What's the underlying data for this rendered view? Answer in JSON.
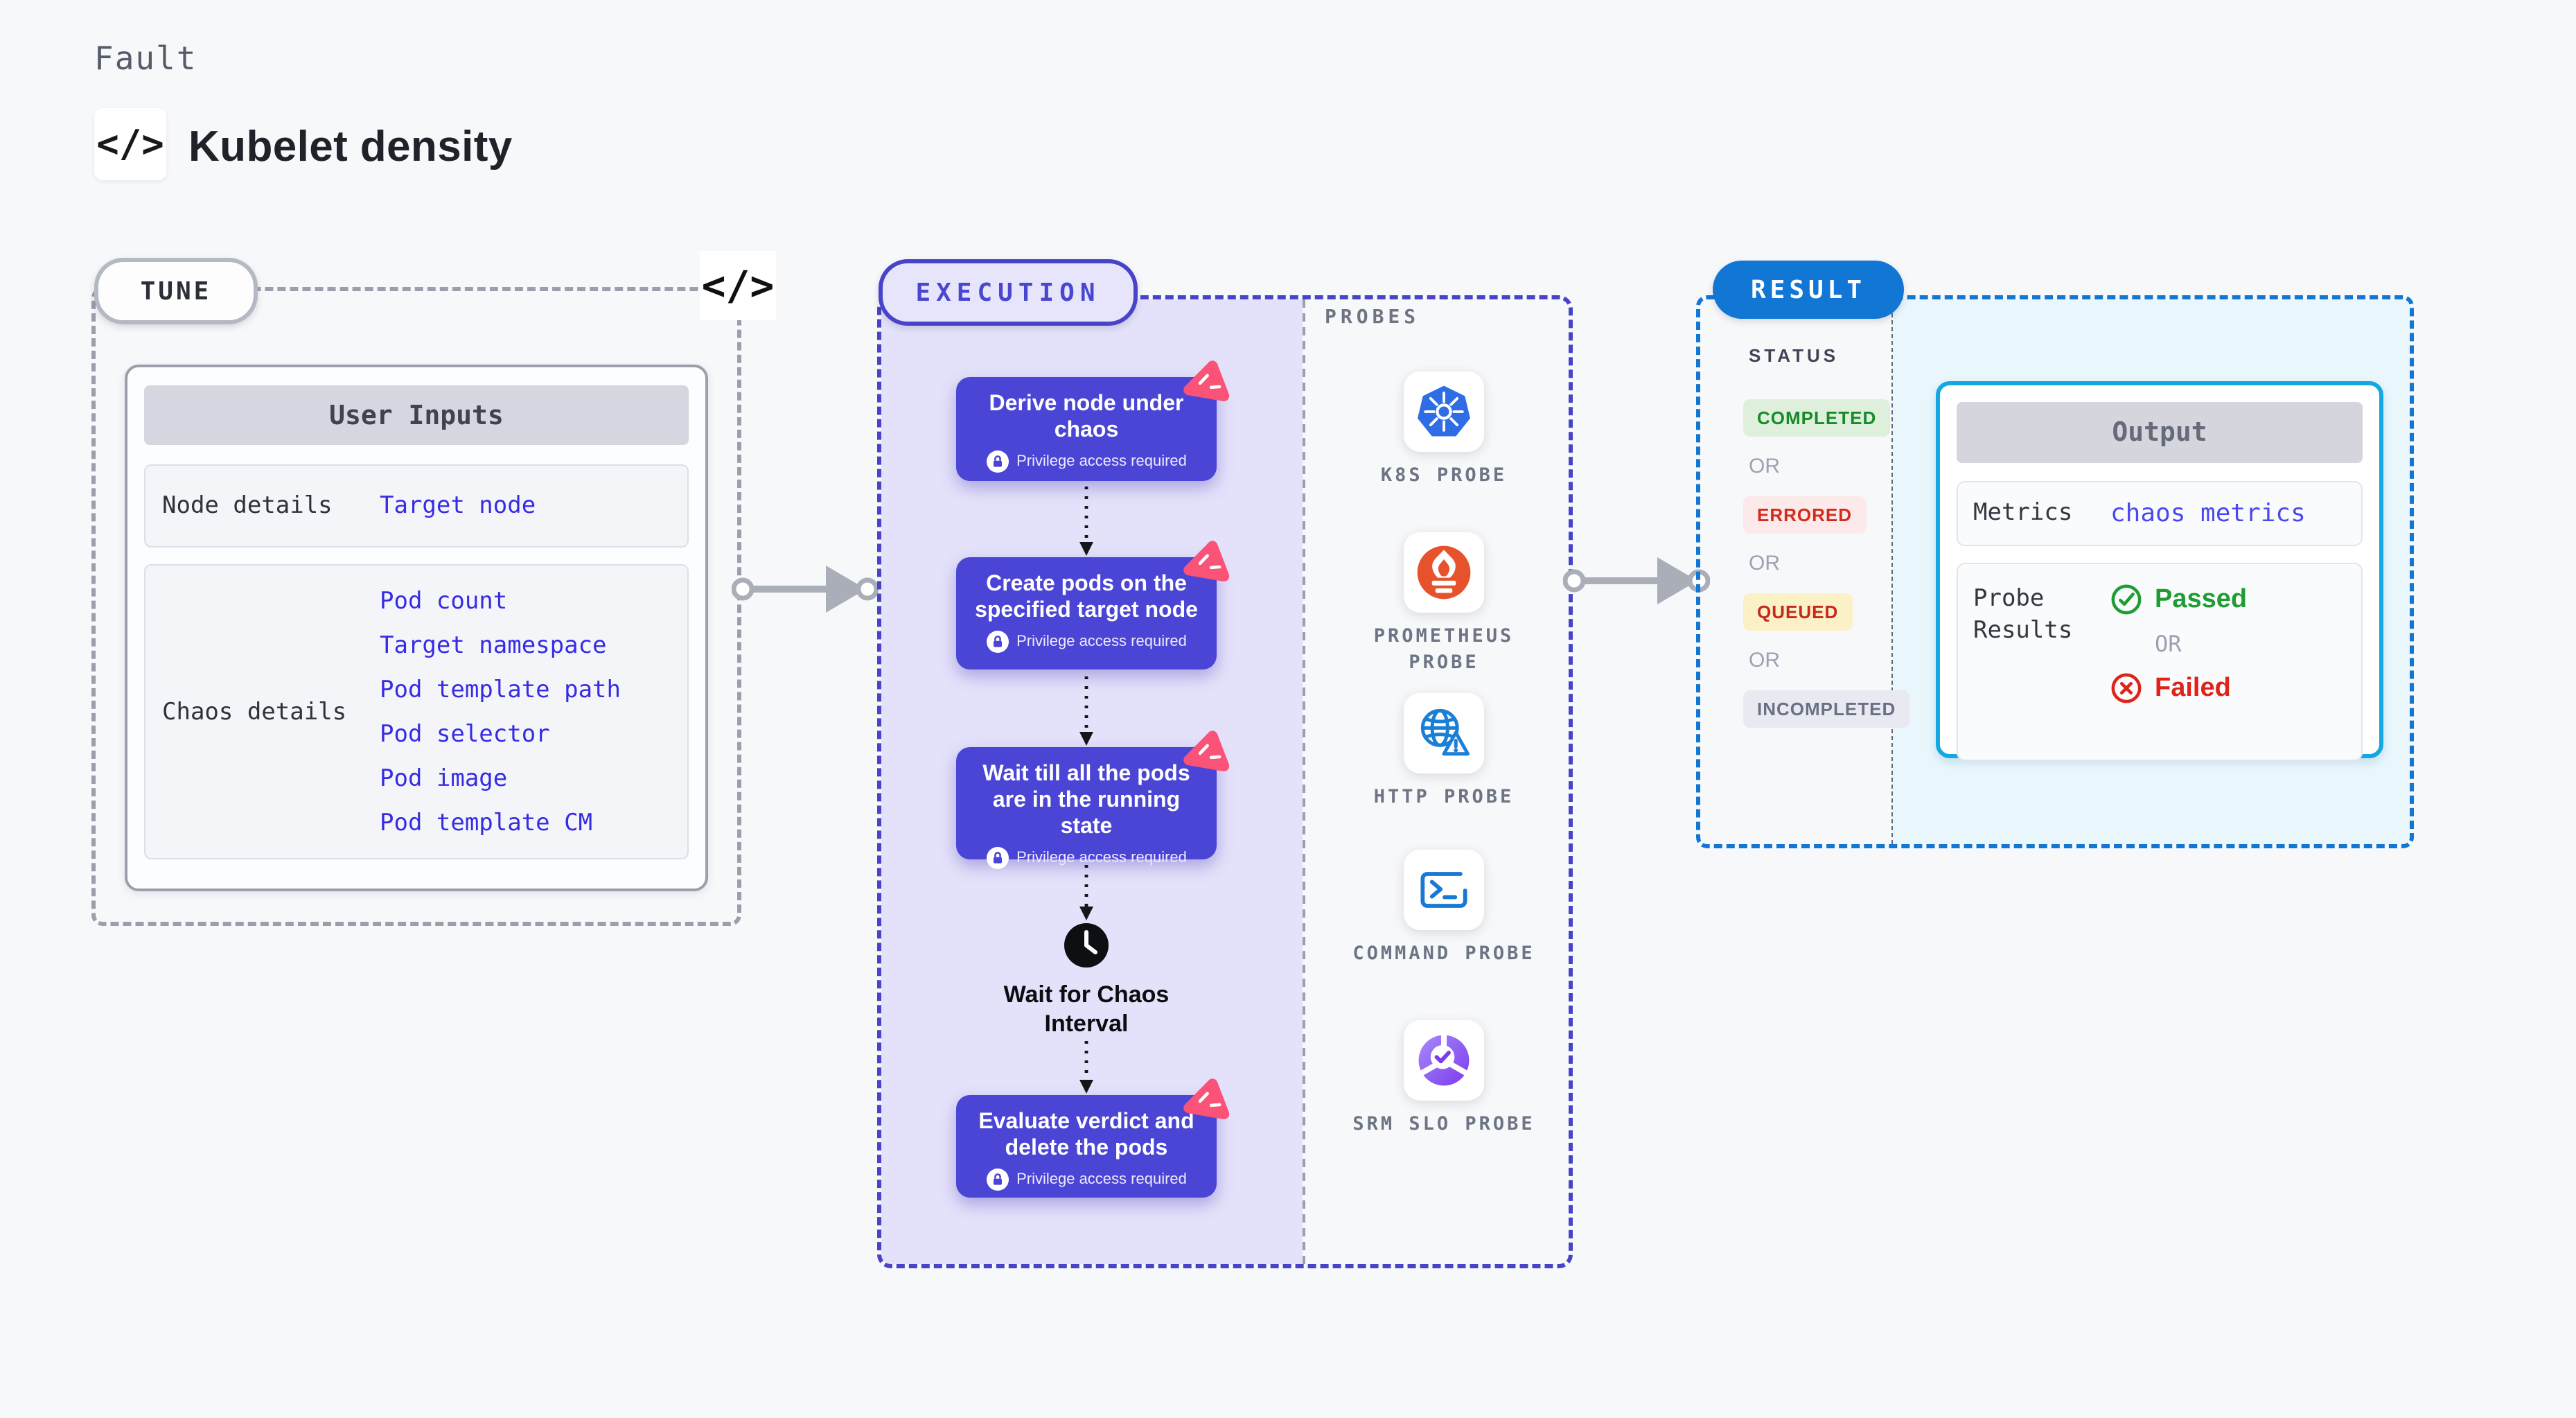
{
  "header": {
    "eyebrow": "Fault",
    "title": "Kubelet density",
    "code_icon": "</>"
  },
  "tune": {
    "label": "TUNE",
    "corner_code_icon": "</>",
    "user_inputs": {
      "header": "User Inputs",
      "rows": [
        {
          "label": "Node details",
          "links": [
            "Target node"
          ]
        },
        {
          "label": "Chaos details",
          "links": [
            "Pod count",
            "Target namespace",
            "Pod template path",
            "Pod selector",
            "Pod image",
            "Pod template CM"
          ]
        }
      ]
    }
  },
  "execution": {
    "label": "EXECUTION",
    "privilege_note": "Privilege access required",
    "steps": [
      {
        "title": "Derive node under chaos"
      },
      {
        "title": "Create pods on the specified target node"
      },
      {
        "title": "Wait till all the pods are in the running state"
      },
      {
        "title": "Evaluate verdict and delete the pods"
      }
    ],
    "wait_step": {
      "title": "Wait for Chaos Interval",
      "icon": "clock-icon"
    }
  },
  "probes": {
    "label": "PROBES",
    "items": [
      {
        "label": "K8S PROBE",
        "icon": "kubernetes-icon"
      },
      {
        "label": "PROMETHEUS PROBE",
        "icon": "prometheus-icon"
      },
      {
        "label": "HTTP PROBE",
        "icon": "http-globe-icon"
      },
      {
        "label": "COMMAND PROBE",
        "icon": "terminal-icon"
      },
      {
        "label": "SRM SLO PROBE",
        "icon": "srm-slo-icon"
      }
    ]
  },
  "result": {
    "label": "RESULT",
    "status_label": "STATUS",
    "statuses": [
      {
        "text": "COMPLETED",
        "kind": "completed"
      },
      {
        "text": "OR",
        "kind": "or"
      },
      {
        "text": "ERRORED",
        "kind": "errored"
      },
      {
        "text": "OR",
        "kind": "or"
      },
      {
        "text": "QUEUED",
        "kind": "queued"
      },
      {
        "text": "OR",
        "kind": "or"
      },
      {
        "text": "INCOMPLETED",
        "kind": "incompleted"
      }
    ],
    "output": {
      "header": "Output",
      "metrics_label": "Metrics",
      "metrics_link": "chaos metrics",
      "probe_results_label": "Probe Results",
      "passed": "Passed",
      "or": "OR",
      "failed": "Failed"
    }
  },
  "colors": {
    "accent_indigo": "#4b45d6",
    "execution_bg": "#e4e2fa",
    "result_blue": "#1277d4",
    "output_border_cyan": "#15a7e1",
    "link_blue": "#362ce4",
    "chaos_pink": "#fb5277",
    "passed_green": "#1f9d33",
    "failed_red": "#df2318",
    "completed_green": "#178a29",
    "errored_red": "#d32b1e",
    "queued_amber_bg": "#fcf0c7",
    "kubernetes_blue": "#2f6de5",
    "prometheus_orange": "#e6522c"
  }
}
